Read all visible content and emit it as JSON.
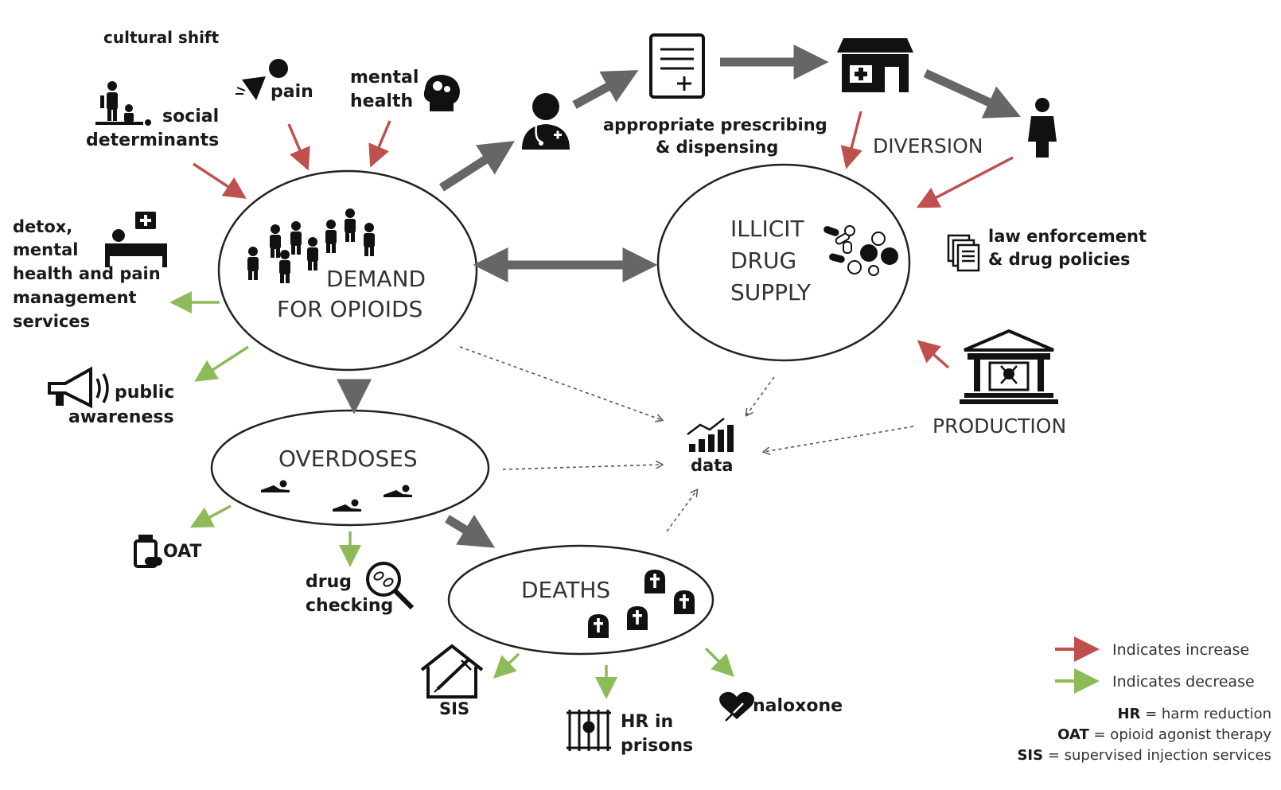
{
  "colors": {
    "increase": "#c0504d",
    "decrease": "#8dbb5a",
    "neutral": "#666666",
    "ink": "#111111"
  },
  "nodes": {
    "demand": [
      "DEMAND",
      "FOR OPIOIDS"
    ],
    "supply": [
      "ILLICIT",
      "DRUG",
      "SUPPLY"
    ],
    "overdoses": "OVERDOSES",
    "deaths": "DEATHS"
  },
  "labels": {
    "cultural_shift": "cultural shift",
    "pain": "pain",
    "mental_health": [
      "mental",
      "health"
    ],
    "social_determinants": [
      "social",
      "determinants"
    ],
    "prescribing": [
      "appropriate prescribing",
      "& dispensing"
    ],
    "diversion": "DIVERSION",
    "detox": [
      "detox,",
      "mental",
      "health and pain",
      "management",
      "services"
    ],
    "public_awareness": [
      "public",
      "awareness"
    ],
    "law_enforcement": [
      "law enforcement",
      "& drug policies"
    ],
    "production": "PRODUCTION",
    "data": "data",
    "oat": "OAT",
    "drug_checking": [
      "drug",
      "checking"
    ],
    "sis": "SIS",
    "hr_prisons": [
      "HR in",
      "prisons"
    ],
    "naloxone": "naloxone"
  },
  "legend": {
    "increase": "Indicates increase",
    "decrease": "Indicates decrease",
    "abbreviations": [
      {
        "abbr": "HR",
        "def": " = harm reduction"
      },
      {
        "abbr": "OAT",
        "def": " = opioid agonist therapy"
      },
      {
        "abbr": "SIS",
        "def": " = supervised injection services"
      }
    ]
  }
}
